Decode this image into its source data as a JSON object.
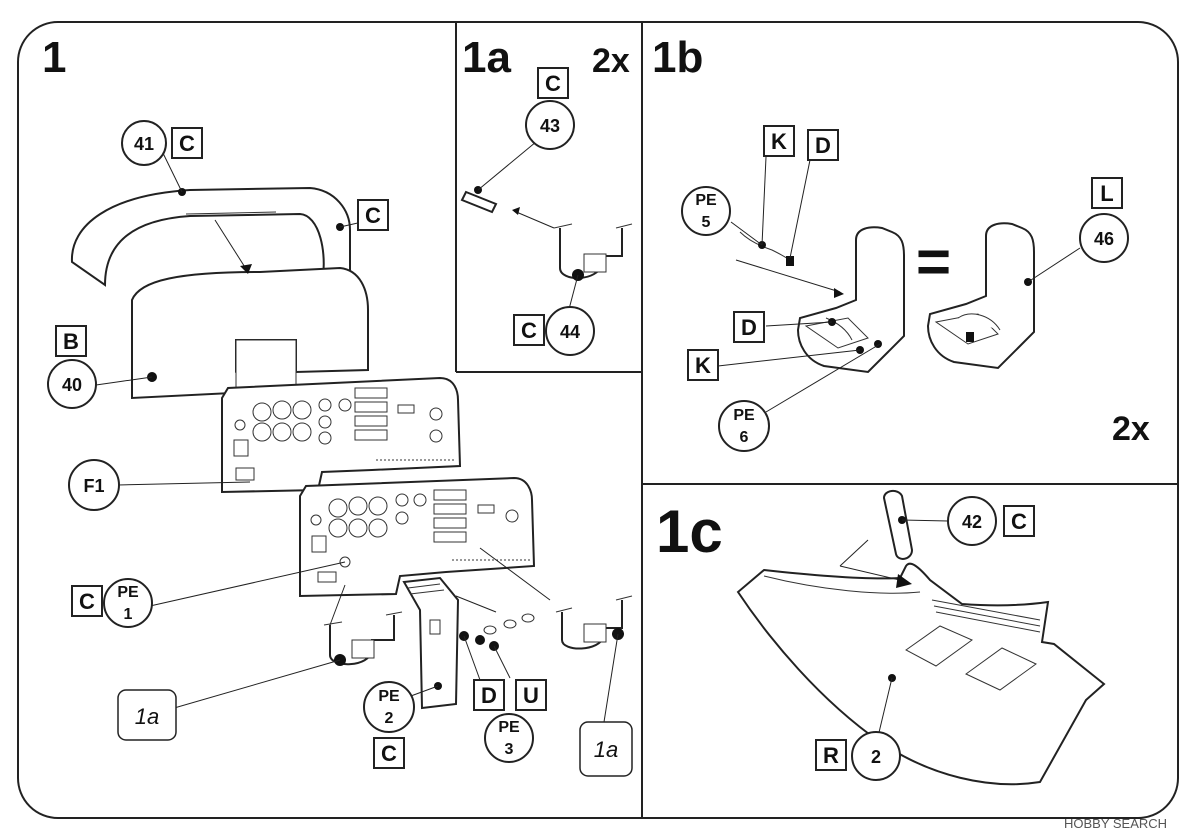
{
  "steps": {
    "s1": "1",
    "s1a": "1a",
    "s1b": "1b",
    "s1c": "1c"
  },
  "multipliers": {
    "m1a": "2x",
    "m1b": "2x"
  },
  "callouts": {
    "p41": "41",
    "p41_sprue": "C",
    "p40": "40",
    "p40_sprue": "B",
    "cowl_sprue": "C",
    "f1": "F1",
    "pe1_label": "PE",
    "pe1_num": "1",
    "pe1_sprue": "C",
    "ref1a_left": "1a",
    "ref1a_right": "1a",
    "pe2_label": "PE",
    "pe2_num": "2",
    "pe2_sprue": "C",
    "pe3_label": "PE",
    "pe3_num": "3",
    "pe3_sprue_d": "D",
    "pe3_sprue_u": "U",
    "p43": "43",
    "p43_sprue": "C",
    "p44": "44",
    "p44_sprue": "C",
    "pe5_label": "PE",
    "pe5_num": "5",
    "k_top": "K",
    "d_top": "D",
    "d_mid": "D",
    "k_mid": "K",
    "pe6_label": "PE",
    "pe6_num": "6",
    "p46": "46",
    "p46_sprue": "L",
    "p42": "42",
    "p42_sprue": "C",
    "p2": "2",
    "p2_sprue": "R"
  },
  "equals_sign": "=",
  "watermark": "HOBBY SEARCH"
}
